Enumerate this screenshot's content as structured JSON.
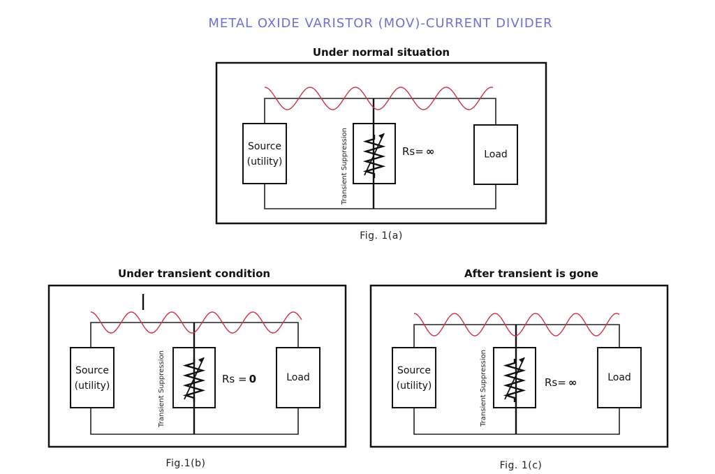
{
  "title": "METAL OXIDE VARISTOR (MOV)-CURRENT DIVIDER",
  "colors": {
    "title": "#6a72d6",
    "wave": "#cc3344",
    "lines": "#111111"
  },
  "panels": {
    "a": {
      "heading": "Under normal situation",
      "caption": "Fig. 1(a)",
      "source_line1": "Source",
      "source_line2": "(utility)",
      "load": "Load",
      "rs_prefix": "Rs=",
      "rs_value": "∞",
      "suppression": "Transient Suppression",
      "spike": false
    },
    "b": {
      "heading": "Under transient condition",
      "caption": "Fig.1(b)",
      "source_line1": "Source",
      "source_line2": "(utility)",
      "load": "Load",
      "rs_prefix": "Rs =",
      "rs_value": "0",
      "suppression": "Transient Suppression",
      "spike": true
    },
    "c": {
      "heading": "After transient is gone",
      "caption": "Fig. 1(c)",
      "source_line1": "Source",
      "source_line2": "(utility)",
      "load": "Load",
      "rs_prefix": "Rs=",
      "rs_value": "∞",
      "suppression": "Transient Suppression",
      "spike": false
    }
  }
}
